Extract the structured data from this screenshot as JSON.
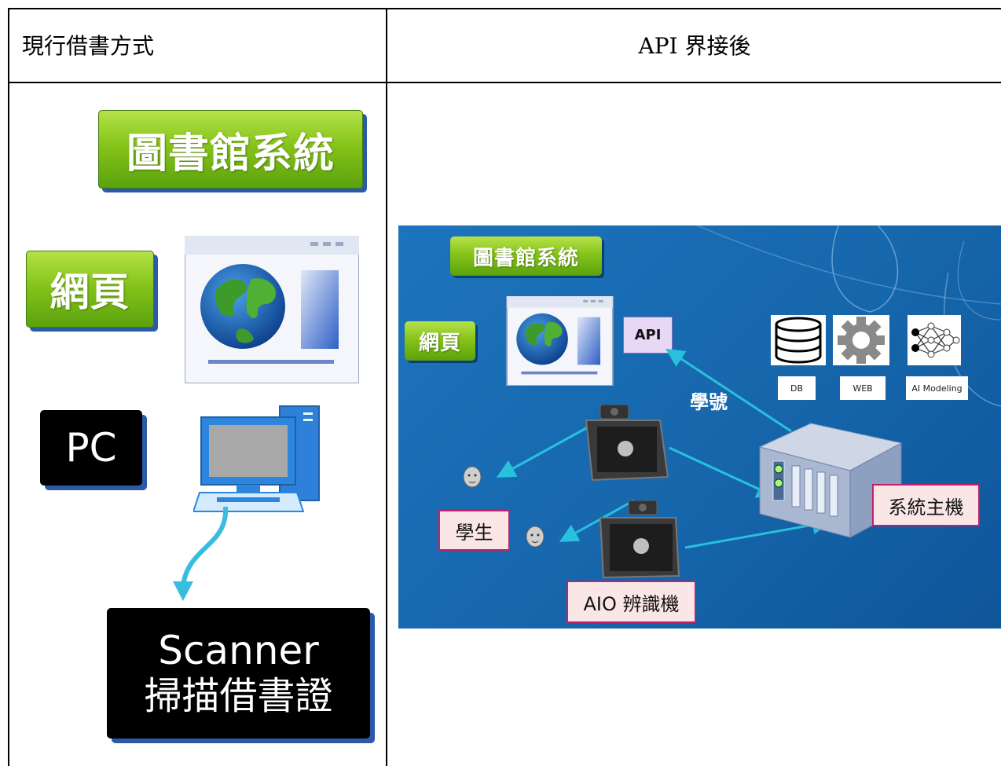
{
  "table": {
    "header_left": "現行借書方式",
    "header_right": "API 界接後"
  },
  "left": {
    "library_system": "圖書館系統",
    "web_page": "網頁",
    "pc": "PC",
    "scanner_line1": "Scanner",
    "scanner_line2": "掃描借書證"
  },
  "right": {
    "library_system": "圖書館系統",
    "web_page": "網頁",
    "api": "API",
    "student_id": "學號",
    "db": "DB",
    "web": "WEB",
    "ai_modeling": "AI Modeling",
    "student": "學生",
    "system_host": "系統主機",
    "aio": "AIO 辨識機"
  },
  "colors": {
    "green": "#86c41a",
    "blue_bg": "#1666ab",
    "arrow": "#29c0dd",
    "pink_border": "#c2206b"
  }
}
